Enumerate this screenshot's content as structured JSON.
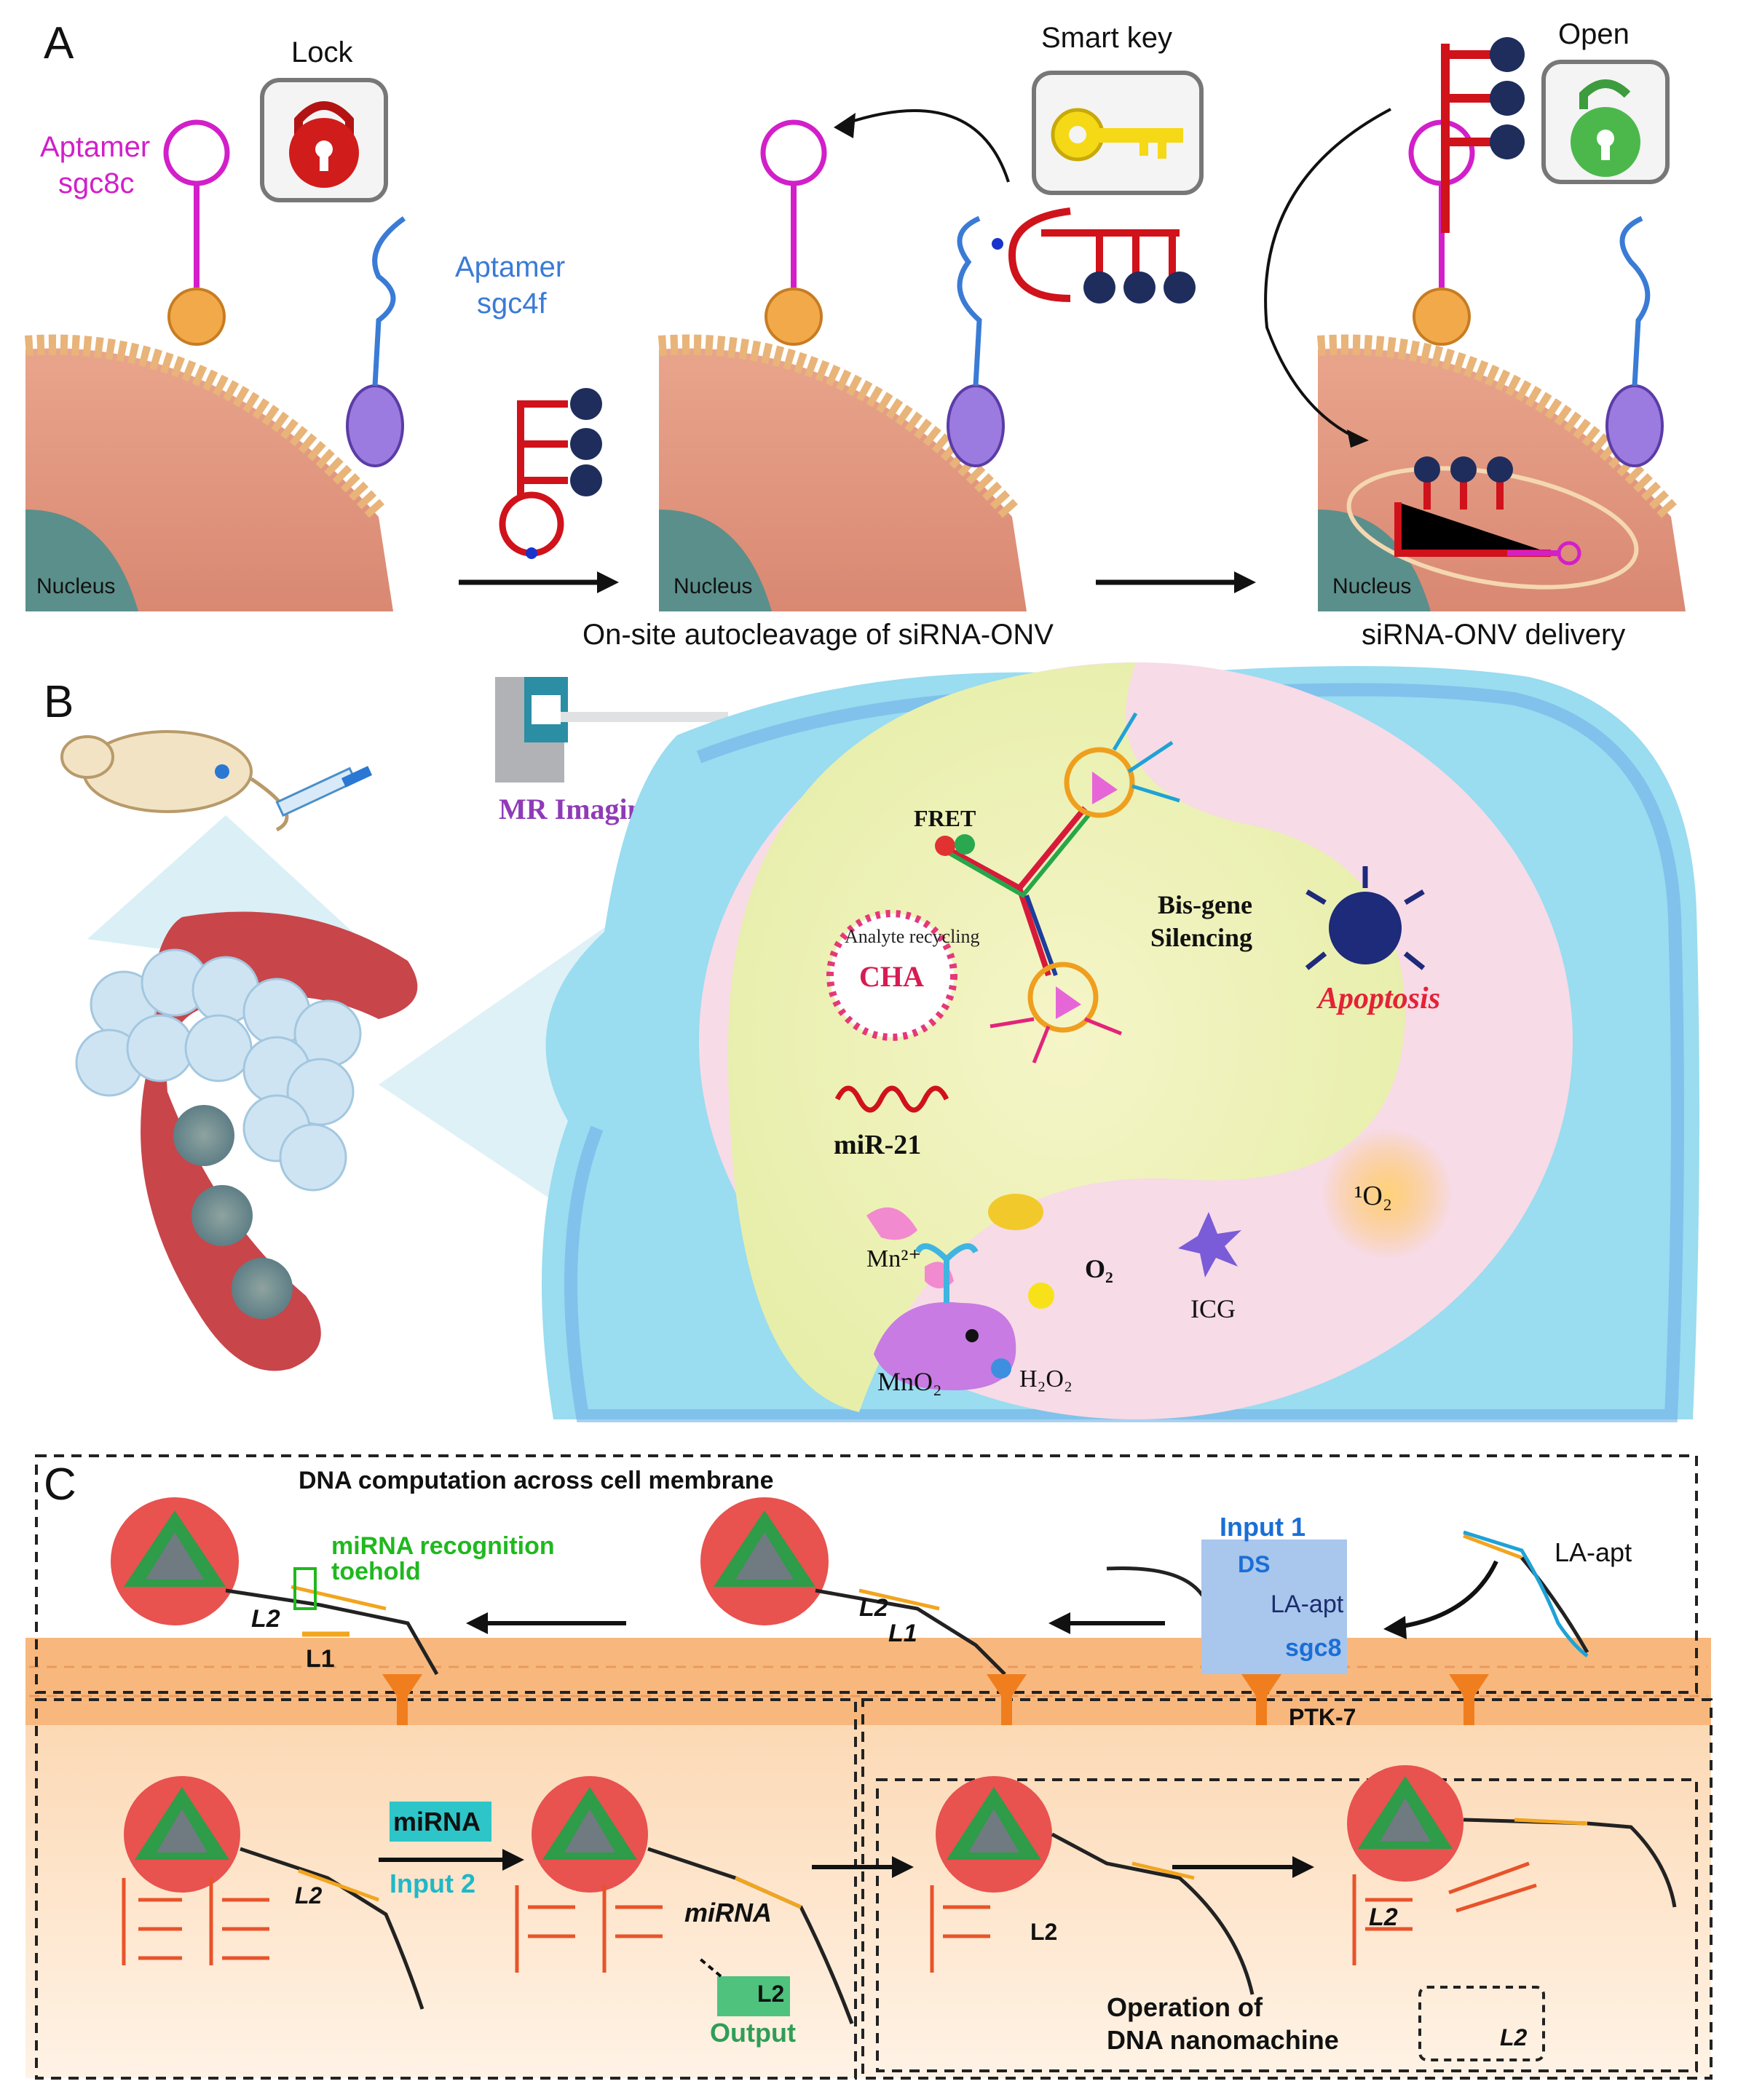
{
  "panelA": {
    "letter": "A",
    "lock": "Lock",
    "smart_key": "Smart key",
    "open": "Open",
    "aptamer1_line1": "Aptamer",
    "aptamer1_line2": "sgc8c",
    "aptamer2_line1": "Aptamer",
    "aptamer2_line2": "sgc4f",
    "nucleus1": "Nucleus",
    "nucleus2": "Nucleus",
    "nucleus3": "Nucleus",
    "caption1": "On-site autocleavage of siRNA-ONV",
    "caption2": "siRNA-ONV delivery"
  },
  "panelB": {
    "letter": "B",
    "mr_imaging": "MR Imaging",
    "fret": "FRET",
    "cha_ring": "Analyte recycling",
    "cha": "CHA",
    "bis_gene_1": "Bis-gene",
    "bis_gene_2": "Silencing",
    "apoptosis": "Apoptosis",
    "mir21": "miR-21",
    "mn": "Mn²⁺",
    "o2": "O₂",
    "singlet_o2": "¹O₂",
    "icg": "ICG",
    "mno2": "MnO₂",
    "h2o2": "H₂O₂"
  },
  "panelC": {
    "letter": "C",
    "title": "DNA computation across cell membrane",
    "mirna_recognition_1": "miRNA recognition",
    "mirna_recognition_2": "toehold",
    "input1": "Input 1",
    "ds": "DS",
    "la_apt": "LA-apt",
    "sgc8": "sgc8",
    "la_apt_free": "LA-apt",
    "l2a": "L2",
    "l1a": "L1",
    "l2b": "L2",
    "l1b": "L1",
    "ptk7": "PTK-7",
    "mirna_box": "miRNA",
    "input2": "Input 2",
    "mirna_strand": "miRNA",
    "l2c": "L2",
    "l2d": "L2",
    "output": "Output",
    "l2e": "L2",
    "l2f": "L2",
    "l2g": "L2",
    "operation_1": "Operation of",
    "operation_2": "DNA nanomachine"
  },
  "colors": {
    "aptamer_magenta": "#d21fc9",
    "aptamer_blue": "#3a7bd5",
    "onv_red": "#d0121b",
    "onv_navy": "#1e2d5c",
    "membrane_orange": "#f3b27a",
    "green_label": "#20b81f",
    "input1_blue": "#1a6fd6",
    "input2_cyan": "#1fb8c8",
    "output_green": "#2f9e57"
  }
}
